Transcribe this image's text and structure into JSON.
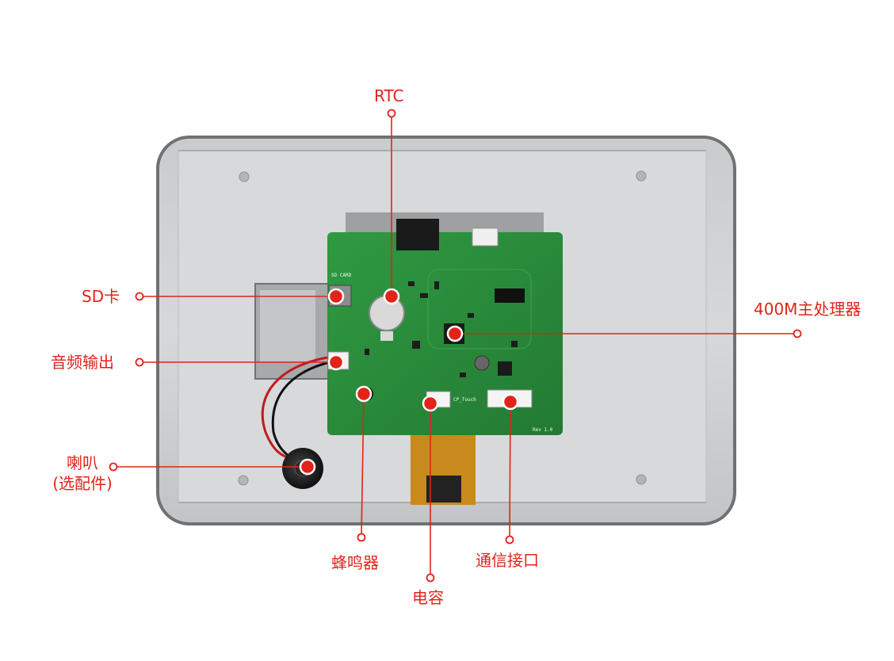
{
  "colors": {
    "accent": "#e2231a",
    "panel": "#cfd1d3",
    "board": "#2e8b3a"
  },
  "callouts": {
    "rtc": "RTC",
    "sd": "SD卡",
    "audio": "音频输出",
    "speaker_line1": "喇叭",
    "speaker_line2": "(选配件)",
    "cpu": "400M主处理器",
    "buzzer": "蜂鸣器",
    "capacitor": "电容",
    "comm": "通信接口"
  },
  "board_silk": {
    "sd_card": "SD CARD",
    "touch": "CP_Touch",
    "rev": "Rev 1.0"
  }
}
